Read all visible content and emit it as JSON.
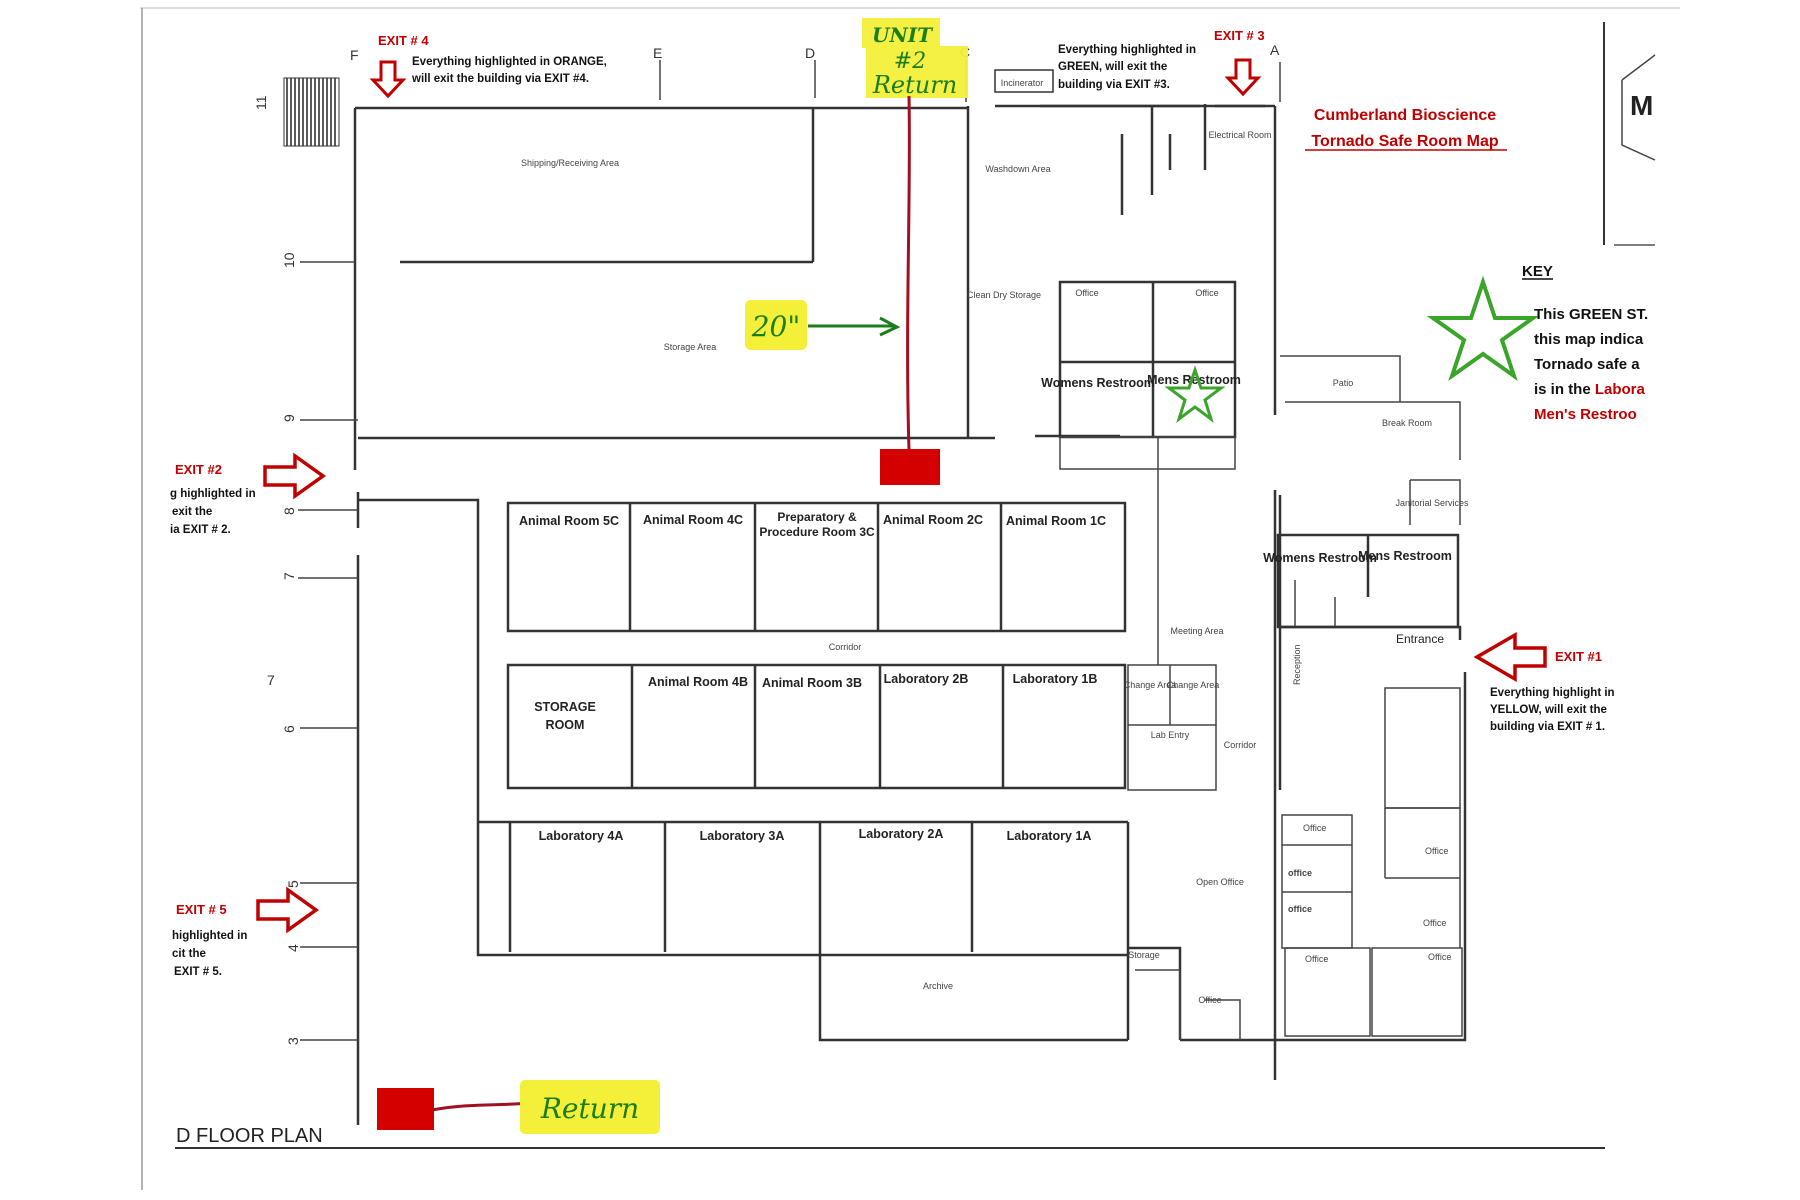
{
  "title": {
    "line1": "Cumberland Bioscience",
    "line2": "Tornado Safe Room Map"
  },
  "key": {
    "heading": "KEY",
    "lines": [
      "This GREEN ST.",
      "this map indica",
      "Tornado safe a"
    ],
    "line4a": "is in the ",
    "line4b": "Labora",
    "line5": "Men's Restroo",
    "star_color": "#3aa52a"
  },
  "exits": {
    "exit1": {
      "label": "EXIT #1",
      "note": [
        "Everything highlight in",
        "YELLOW, will exit the",
        "building via EXIT # 1."
      ]
    },
    "exit2": {
      "label": "EXIT #2",
      "note": [
        "g highlighted in",
        "exit the",
        "ia EXIT # 2."
      ]
    },
    "exit3": {
      "label": "EXIT # 3",
      "note": [
        "Everything highlighted in",
        "GREEN, will exit the",
        "building via EXIT #3."
      ]
    },
    "exit4": {
      "label": "EXIT # 4",
      "note": [
        "Everything highlighted in ORANGE,",
        "will exit the building via EXIT #4."
      ]
    },
    "exit5": {
      "label": "EXIT # 5",
      "note": [
        "highlighted in",
        "cit the",
        "EXIT # 5."
      ]
    }
  },
  "annotations": {
    "unit": [
      "UNIT",
      "#2",
      "Return"
    ],
    "twenty": "20\"",
    "return_bottom": "Return",
    "floor_plan": "D FLOOR PLAN"
  },
  "grid": {
    "columns": [
      "F",
      "E",
      "D",
      "C",
      "A"
    ],
    "rows": [
      "11",
      "10",
      "9",
      "8",
      "7",
      "7",
      "6",
      "5",
      "4",
      "3"
    ]
  },
  "rooms": {
    "shipping": "Shipping/Receiving Area",
    "storage_area": "Storage Area",
    "incinerator": "Incinerator",
    "washdown": "Washdown Area",
    "electrical": "Electrical Room",
    "clean_dry": "Clean Dry Storage",
    "office_a": "Office",
    "office_b": "Office",
    "womens_top": "Womens Restroom",
    "mens_top": "Mens Restroom",
    "patio": "Patio",
    "break_room": "Break Room",
    "janitorial": "Janitorial Services",
    "womens_right": "Womens Restroom",
    "mens_right": "Mens Restroom",
    "entrance": "Entrance",
    "meeting": "Meeting Area",
    "reception": "Reception",
    "corridor_mid": "Corridor",
    "corridor_right": "Corridor",
    "change1": "Change Area",
    "change2": "Change Area",
    "lab_entry": "Lab Entry",
    "open_office": "Open Office",
    "archive": "Archive",
    "storage_small": "Storage",
    "a5c": "Animal Room 5C",
    "a4c": "Animal Room 4C",
    "prep": "Preparatory & Procedure Room 3C",
    "a2c": "Animal Room 2C",
    "a1c": "Animal Room 1C",
    "storage_room": "STORAGE ROOM",
    "a4b": "Animal Room 4B",
    "a3b": "Animal Room 3B",
    "l2b": "Laboratory 2B",
    "l1b": "Laboratory 1B",
    "l4a": "Laboratory 4A",
    "l3a": "Laboratory 3A",
    "l2a": "Laboratory 2A",
    "l1a": "Laboratory 1A",
    "off1": "Office",
    "off2": "office",
    "off3": "office",
    "off4": "Office",
    "off5": "Office",
    "off6": "Office",
    "off7": "Office",
    "off8": "Office"
  },
  "colors": {
    "exit_red": "#c00000",
    "highlight": "#f4f03a",
    "return_marker": "#d40000",
    "route": "#a01020",
    "hand_green": "#1c7d1c"
  }
}
